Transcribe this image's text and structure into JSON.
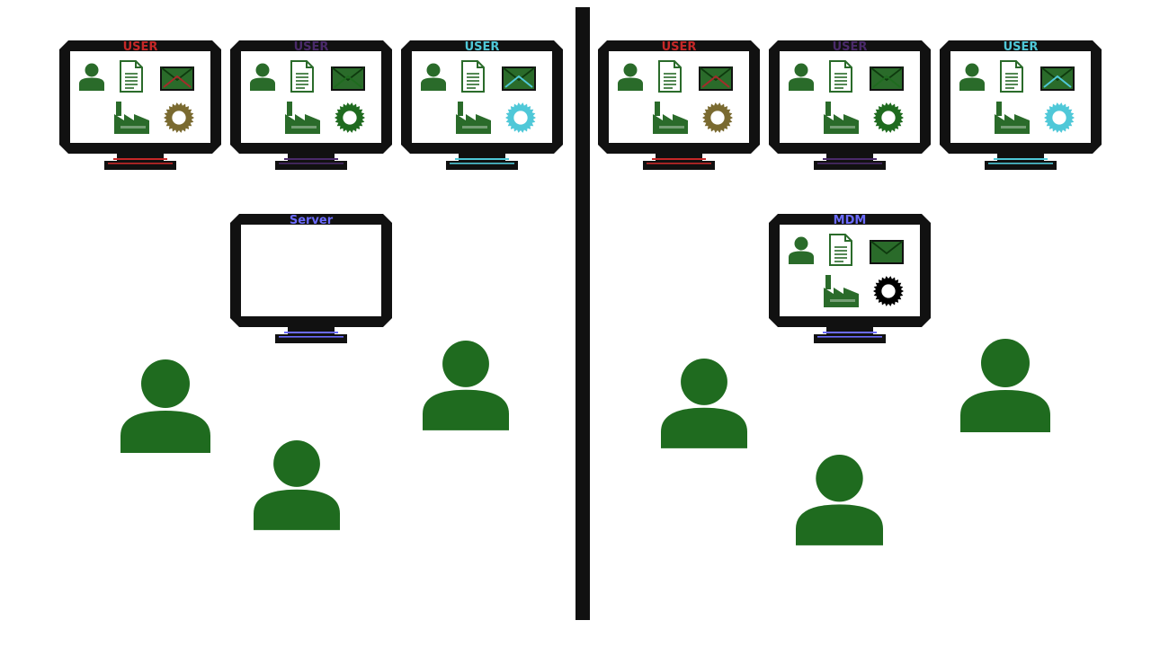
{
  "colors": {
    "frame": "#111111",
    "person": "#1f6b1f",
    "icon_green": "#2a6b2a",
    "screen": "#ffffff"
  },
  "left_panel": {
    "user_monitors": [
      {
        "label": "USER",
        "accent": "#c62828",
        "envelope_tick": "#a52a2a",
        "gear": "#7a6a30"
      },
      {
        "label": "USER",
        "accent": "#4a2a6a",
        "envelope_tick": "#1f6b1f",
        "gear": "#1f6b1f"
      },
      {
        "label": "USER",
        "accent": "#4fc8d8",
        "envelope_tick": "#4fc8d8",
        "gear": "#4fc8d8"
      }
    ],
    "central_monitor": {
      "label": "Server",
      "accent": "#6b6bff",
      "shows_apps": false
    }
  },
  "right_panel": {
    "user_monitors": [
      {
        "label": "USER",
        "accent": "#c62828",
        "envelope_tick": "#a52a2a",
        "gear": "#7a6a30"
      },
      {
        "label": "USER",
        "accent": "#4a2a6a",
        "envelope_tick": "#1f6b1f",
        "gear": "#1f6b1f"
      },
      {
        "label": "USER",
        "accent": "#4fc8d8",
        "envelope_tick": "#4fc8d8",
        "gear": "#4fc8d8"
      }
    ],
    "central_monitor": {
      "label": "MDM",
      "accent": "#6b6bff",
      "shows_apps": true
    }
  },
  "icons": [
    "person-icon",
    "document-icon",
    "envelope-icon",
    "factory-icon",
    "gear-icon"
  ]
}
